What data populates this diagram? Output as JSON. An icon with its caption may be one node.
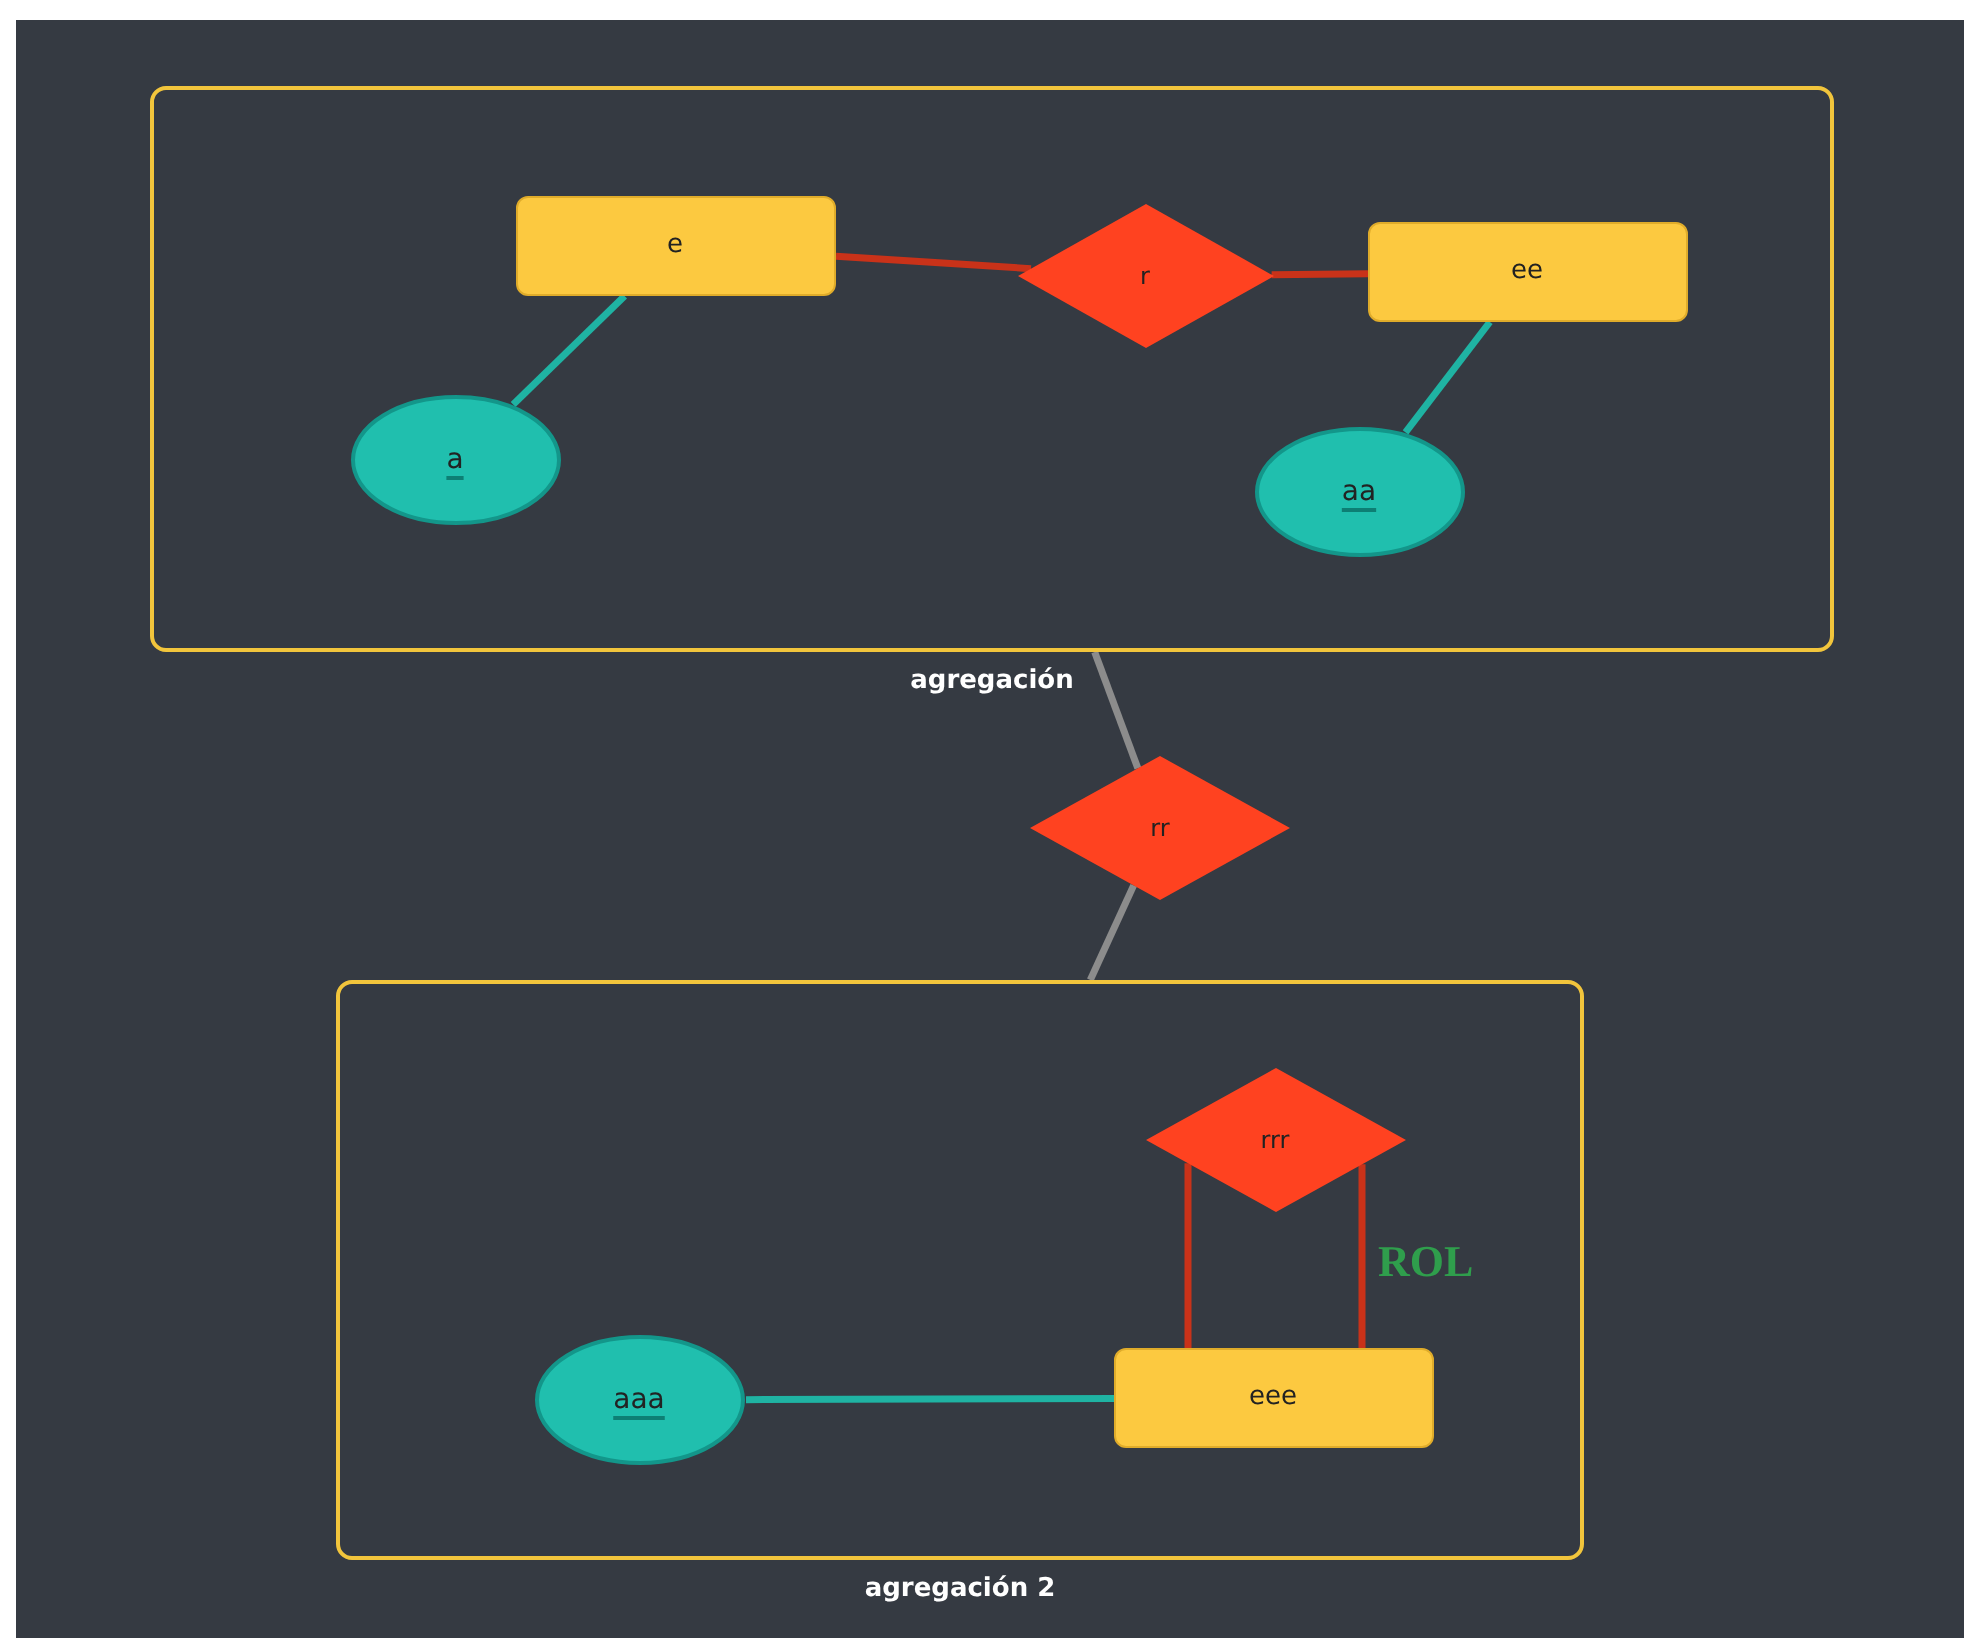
{
  "diagram": {
    "nodes": [
      {
        "text": [
          "agregación"
        ]
      },
      {
        "text": [
          "e"
        ],
        "in": 0
      },
      {
        "text": [
          "r"
        ],
        "in": 0
      },
      {
        "text": [
          "ee"
        ],
        "in": 0
      },
      {
        "text": [
          "a"
        ],
        "in": 0
      },
      {
        "text": [
          "aa"
        ],
        "in": 0
      },
      {
        "text": [
          "rr"
        ]
      },
      {
        "text": [
          "agregación 2"
        ]
      },
      {
        "text": [
          "rrr"
        ],
        "in": 7
      },
      {
        "text": [
          "aaa"
        ],
        "in": 7
      },
      {
        "text": [
          "eee"
        ],
        "in": 7
      }
    ],
    "edges": [
      {
        "from": 1,
        "to": 2,
        "arrow": "none"
      },
      {
        "from": 2,
        "to": 3,
        "arrow": "none"
      },
      {
        "from": 1,
        "to": 4,
        "arrow": "none",
        "color": "#1fb3a3"
      },
      {
        "from": 3,
        "to": 5,
        "arrow": "none",
        "color": "#1fb3a3"
      },
      {
        "from": 6,
        "to": 0,
        "arrow": "none",
        "color": "#8c8c8c"
      },
      {
        "from": 6,
        "to": 7,
        "arrow": "none",
        "color": "#8c8c8c"
      },
      {
        "from": 9,
        "to": 10,
        "arrow": "none",
        "color": "#1fb3a3"
      },
      {
        "from": 8,
        "to": 10,
        "arrow": "none"
      },
      {
        "from": 8,
        "to": 10,
        "label": "ROL",
        "arrow": "none"
      }
    ]
  }
}
